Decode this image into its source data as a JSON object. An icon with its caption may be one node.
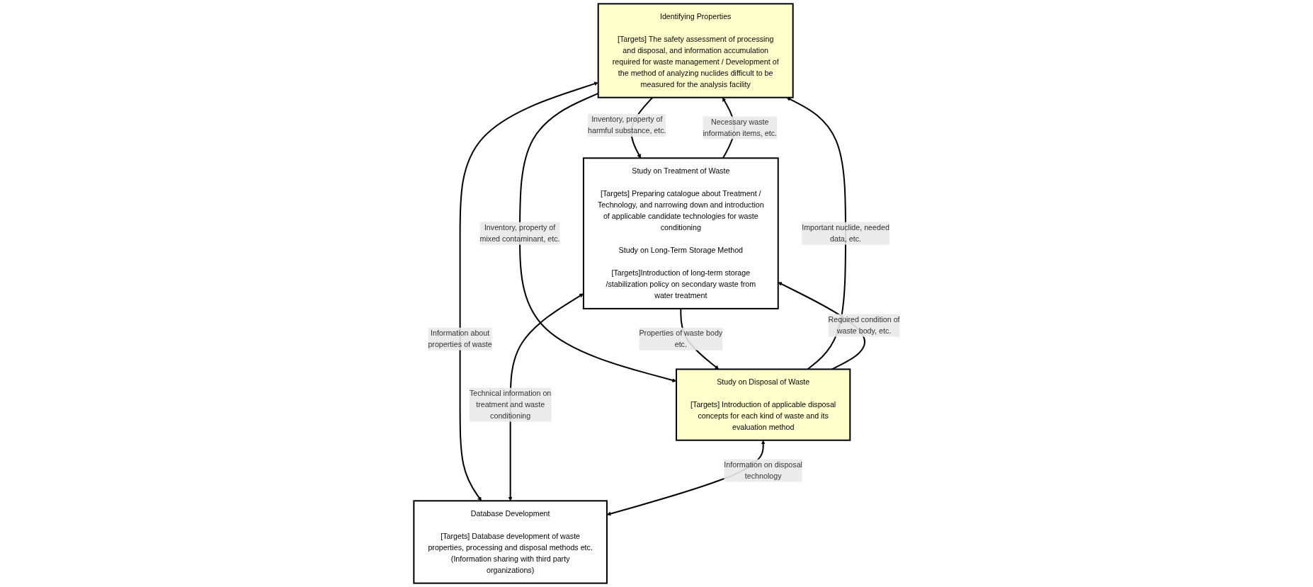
{
  "diagram": {
    "nodes": [
      {
        "text": [
          "Identifying Properties",
          "[Targets] The safety assessment of processing and disposal, and information accumulation required for waste management / Development of the method of analyzing nuclides difficult to be measured for the analysis facility"
        ]
      },
      {
        "text": [
          "Study on Treatment of Waste",
          "[Targets] Preparing catalogue about Treatment / Technology, and narrowing down and introduction of applicable candidate technologies for waste conditioning",
          "Study on Long-Term Storage Method",
          "[Targets]Introduction of long-term storage /stabilization policy on secondary waste from water treatment"
        ]
      },
      {
        "text": [
          "Study on Disposal of Waste",
          "[Targets] Introduction of applicable disposal concepts for each kind of waste and its evaluation method"
        ]
      },
      {
        "text": [
          "Database Development",
          "[Targets] Database development  of waste properties, processing and disposal methods etc. (Information sharing with third party organizations)"
        ]
      }
    ],
    "edges": [
      {
        "from": 0,
        "to": 1,
        "arrow": "to",
        "label": "Inventory, property of harmful substance, etc."
      },
      {
        "from": 1,
        "to": 0,
        "arrow": "to",
        "label": "Necessary waste information items, etc."
      },
      {
        "from": 0,
        "to": 2,
        "arrow": "to",
        "label": "Inventory, property of mixed contaminant, etc."
      },
      {
        "from": 2,
        "to": 0,
        "arrow": "to",
        "label": "Important nuclide, needed data, etc."
      },
      {
        "from": 2,
        "to": 1,
        "arrow": "to",
        "label": "Required condition of waste body, etc."
      },
      {
        "from": 1,
        "to": 2,
        "arrow": "to",
        "label": "Properties of waste body etc."
      },
      {
        "from": 0,
        "to": 3,
        "arrow": "both",
        "label": "Information about properties of waste"
      },
      {
        "from": 1,
        "to": 3,
        "arrow": "both",
        "label": "Technical information on treatment and  waste conditioning"
      },
      {
        "from": 2,
        "to": 3,
        "arrow": "both",
        "label": "Information on disposal technology"
      }
    ]
  }
}
